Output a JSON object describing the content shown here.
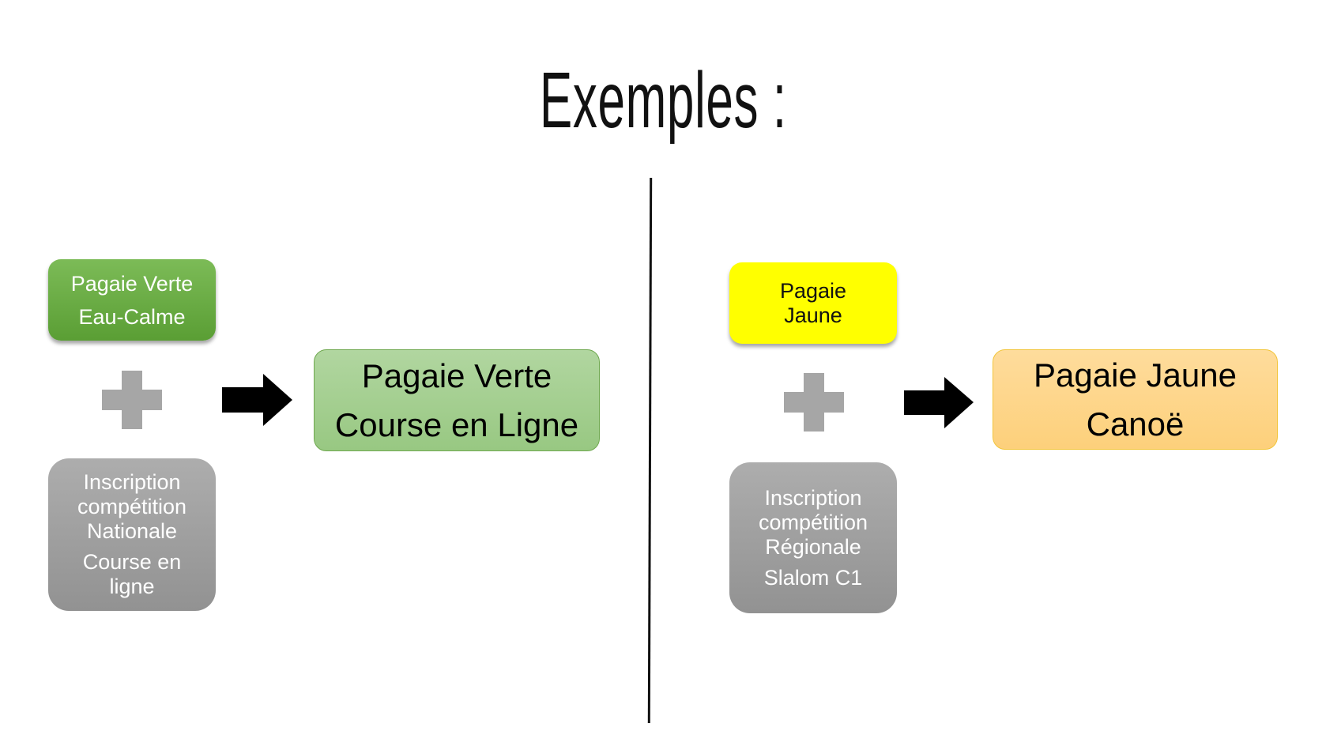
{
  "title": "Exemples :",
  "left": {
    "badge": [
      "Pagaie Verte",
      "Eau-Calme"
    ],
    "registration": [
      "Inscription",
      "compétition",
      "Nationale",
      "Course en",
      "ligne"
    ],
    "result": [
      "Pagaie Verte",
      "Course en Ligne"
    ],
    "colors": {
      "badge": "#6aad45",
      "result": "#a6cf92"
    }
  },
  "right": {
    "badge": [
      "Pagaie",
      "Jaune"
    ],
    "registration": [
      "Inscription",
      "compétition",
      "Régionale",
      "Slalom C1"
    ],
    "result": [
      "Pagaie Jaune",
      "Canoë"
    ],
    "colors": {
      "badge": "#ffff00",
      "result": "#fed78a"
    }
  }
}
